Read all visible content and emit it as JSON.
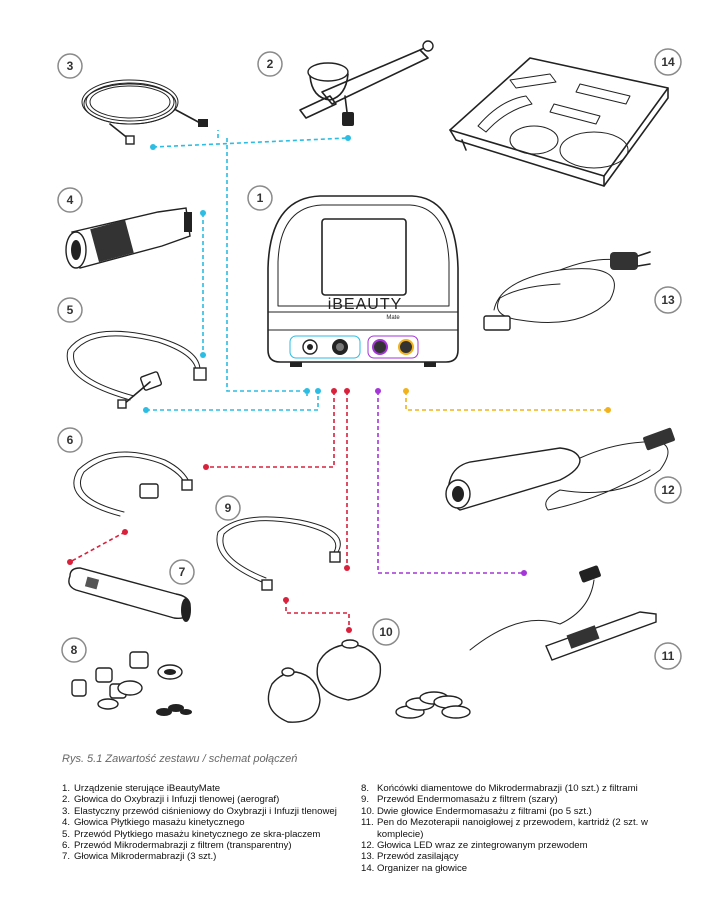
{
  "badges": [
    {
      "n": "1"
    },
    {
      "n": "2"
    },
    {
      "n": "3"
    },
    {
      "n": "4"
    },
    {
      "n": "5"
    },
    {
      "n": "6"
    },
    {
      "n": "7"
    },
    {
      "n": "8"
    },
    {
      "n": "9"
    },
    {
      "n": "10"
    },
    {
      "n": "11"
    },
    {
      "n": "12"
    },
    {
      "n": "13"
    },
    {
      "n": "14"
    }
  ],
  "device": {
    "brand": "iBEAUTY",
    "model": "Mate"
  },
  "colors": {
    "cyan": "#2bbde3",
    "red": "#d9213b",
    "purple": "#a535d8",
    "yellow": "#f2b21c",
    "badge_border": "#8a8a8a",
    "line_art": "#222222"
  },
  "caption": "Rys. 5.1 Zawartość zestawu / schemat  połączeń",
  "legend_left": [
    {
      "num": "1.",
      "text": "Urządzenie sterujące iBeautyMate"
    },
    {
      "num": "2.",
      "text": "Głowica do Oxybrazji i Infuzji tlenowej (aerograf)"
    },
    {
      "num": "3.",
      "text": "Elastyczny przewód ciśnieniowy do Oxybrazji i Infuzji tlenowej"
    },
    {
      "num": "4.",
      "text": "Głowica Płytkiego masażu kinetycznego"
    },
    {
      "num": "5.",
      "text": "Przewód Płytkiego masażu kinetycznego ze skra-placzem"
    },
    {
      "num": "6.",
      "text": "Przewód Mikrodermabrazji z filtrem (transparentny)"
    },
    {
      "num": "7.",
      "text": "Głowica Mikrodermabrazji (3 szt.)"
    }
  ],
  "legend_right": [
    {
      "num": "8.",
      "text": "Końcówki diamentowe do Mikrodermabrazji (10 szt.) z filtrami"
    },
    {
      "num": "9.",
      "text": "Przewód Endermomasażu z filtrem (szary)"
    },
    {
      "num": "10.",
      "text": "Dwie głowice Endermomasażu z filtrami (po 5 szt.)"
    },
    {
      "num": "11.",
      "text": "Pen do Mezoterapii nanoigłowej z przewodem, kartridż (2 szt. w komplecie)"
    },
    {
      "num": "12.",
      "text": "Głowica LED wraz ze zintegrowanym przewodem"
    },
    {
      "num": "13.",
      "text": "Przewód zasilający"
    },
    {
      "num": "14.",
      "text": "Organizer na głowice"
    }
  ]
}
